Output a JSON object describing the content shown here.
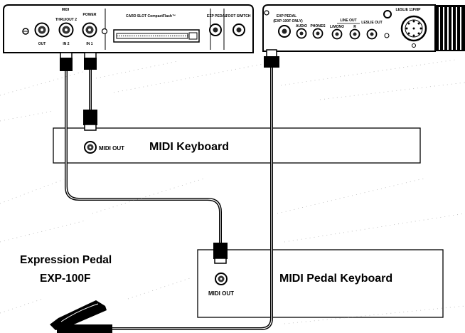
{
  "panel_left": {
    "top_left_label": "MIDI",
    "port_left": "OUT",
    "port_mid_top": "THRU/OUT 2",
    "port_mid": "IN 2",
    "port_right_top": "POWER",
    "port_right": "IN 1",
    "card_slot": "CARD SLOT CompactFlash™",
    "footswitch_top": "EXP PEDAL",
    "footswitch_mid": "FOOT SWITCH"
  },
  "panel_right": {
    "port_exp": "EXP PEDAL",
    "port_exp_sub": "(EXP-100F ONLY)",
    "port_audio": "AUDIO",
    "port_phones": "PHONES",
    "line_out_group": "LINE OUT",
    "line_out_l": "L/MONO",
    "line_out_r": "R",
    "leslie": "LESLIE OUT",
    "line_type": "LESLIE 11P/8P"
  },
  "devices": {
    "midi_keyboard": "MIDI Keyboard",
    "midi_pedal_keyboard": "MIDI Pedal Keyboard",
    "midi_out_1": "MIDI OUT",
    "midi_out_2": "MIDI OUT",
    "expression_pedal": "Expression Pedal",
    "expression_pedal_model": "EXP-100F"
  }
}
